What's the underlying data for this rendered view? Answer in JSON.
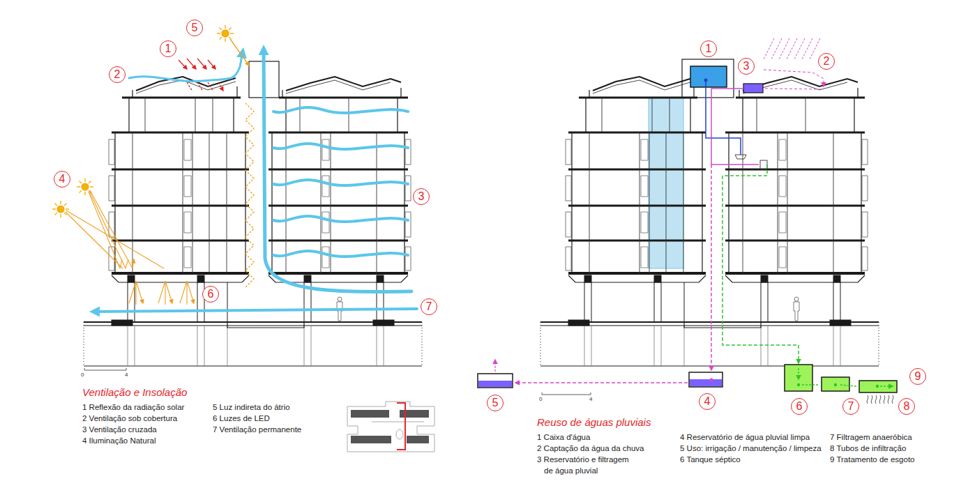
{
  "diagram": {
    "nodes": [
      {
        "text": [
          "5"
        ]
      },
      {
        "text": [
          "1"
        ]
      },
      {
        "text": [
          "2"
        ]
      },
      {
        "text": [
          "4"
        ]
      },
      {
        "text": [
          "3"
        ]
      },
      {
        "text": [
          "6"
        ]
      },
      {
        "text": [
          "7"
        ]
      },
      {
        "text": [
          "1"
        ]
      },
      {
        "text": [
          "3"
        ]
      },
      {
        "text": [
          "2"
        ]
      },
      {
        "text": [
          "9"
        ]
      },
      {
        "text": [
          "5"
        ]
      },
      {
        "text": [
          "4"
        ]
      },
      {
        "text": [
          "6"
        ]
      },
      {
        "text": [
          "7"
        ]
      },
      {
        "text": [
          "8"
        ]
      }
    ],
    "labels": [
      "0",
      "4",
      "Ventilação e Insolação",
      "1 Reflexão da radiação solar",
      "2 Ventilação sob cobertura",
      "3 Ventilação cruzada",
      "4 Iluminação Natural",
      "5 Luz indireta do átrio",
      "6 Luzes de LED",
      "7 Ventilação permanente",
      "0",
      "4",
      "Reuso de águas pluviais",
      "1 Caixa d'água",
      "2 Captação da água da chuva",
      "3 Reservatório e filtragem de água pluvial",
      "4 Reservatório de água pluvial limpa",
      "5 Uso: irrigação / manutenção / limpeza",
      "6 Tanque séptico",
      "7 Filtragem anaeróbica",
      "8 Tubos de infiltração",
      "9 Tratamento de esgoto"
    ]
  }
}
